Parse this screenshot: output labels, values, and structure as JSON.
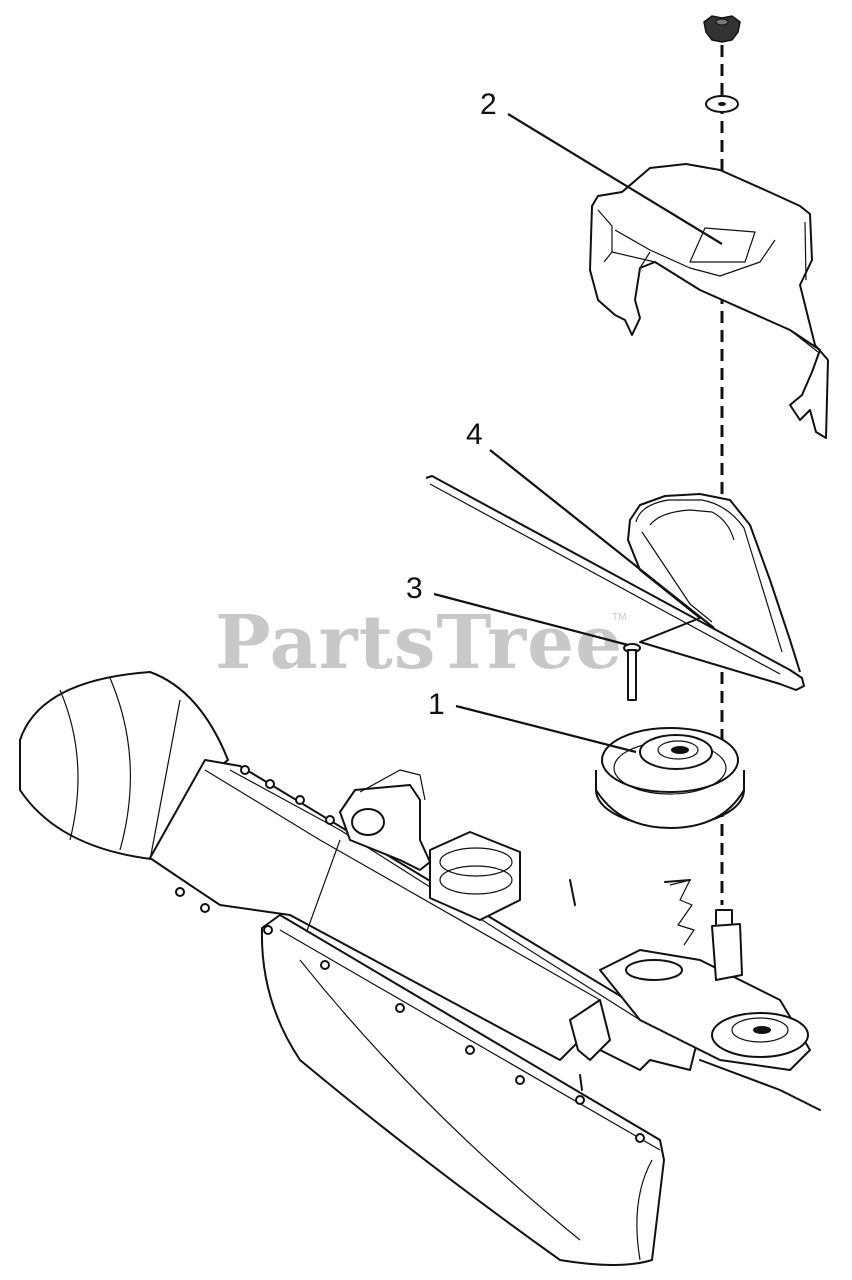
{
  "callouts": [
    {
      "id": "1",
      "label": "1"
    },
    {
      "id": "2",
      "label": "2"
    },
    {
      "id": "3",
      "label": "3"
    },
    {
      "id": "4",
      "label": "4"
    }
  ],
  "watermark": {
    "text": "PartsTree",
    "trademark": "TM"
  },
  "colors": {
    "line": "#111111",
    "watermark": "#c8c8c8",
    "background": "#ffffff"
  }
}
